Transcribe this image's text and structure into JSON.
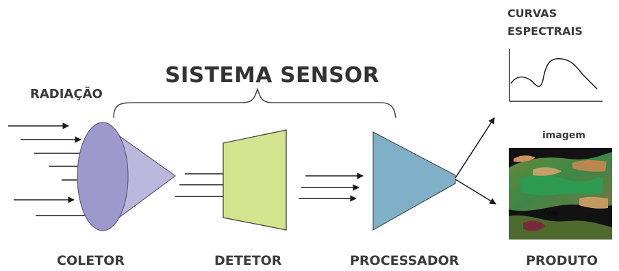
{
  "title": "SISTEMA SENSOR",
  "input_label": "RADIAÇÃO",
  "stages": {
    "collector": "COLETOR",
    "detector": "DETETOR",
    "processor": "PROCESSADOR",
    "product": "PRODUTO"
  },
  "outputs": {
    "curves_line1": "CURVAS",
    "curves_line2": "ESPECTRAIS",
    "image_label": "imagem"
  },
  "icons": [
    "right-arrow-icon",
    "collector-cone-icon",
    "detector-trapezoid-icon",
    "processor-triangle-icon",
    "spectral-curve-icon",
    "satellite-image-icon"
  ],
  "colors": {
    "collector": "#bbb8de",
    "collector_front": "#9d99cc",
    "detector": "#d2e58e",
    "processor": "#7fb0c8",
    "outline": "#4a4a4a",
    "arrow": "#1a1a1a"
  }
}
